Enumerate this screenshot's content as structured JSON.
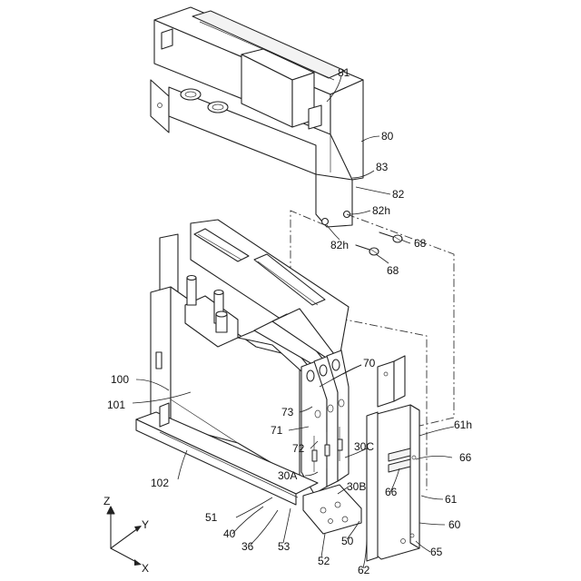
{
  "labels": {
    "l81": "81",
    "l80": "80",
    "l83": "83",
    "l82": "82",
    "l82h_a": "82h",
    "l82h_b": "82h",
    "l68_a": "68",
    "l68_b": "68",
    "l70": "70",
    "l100": "100",
    "l101": "101",
    "l73": "73",
    "l71": "71",
    "l72": "72",
    "l30C": "30C",
    "l61h": "61h",
    "l66_a": "66",
    "l66_b": "66",
    "l102": "102",
    "l30A": "30A",
    "l30B": "30B",
    "l61": "61",
    "l60": "60",
    "l51": "51",
    "l40": "40",
    "l36": "36",
    "l53": "53",
    "l52": "52",
    "l50": "50",
    "l62": "62",
    "l65": "65"
  },
  "axes": {
    "z": "Z",
    "y": "Y",
    "x": "X"
  }
}
